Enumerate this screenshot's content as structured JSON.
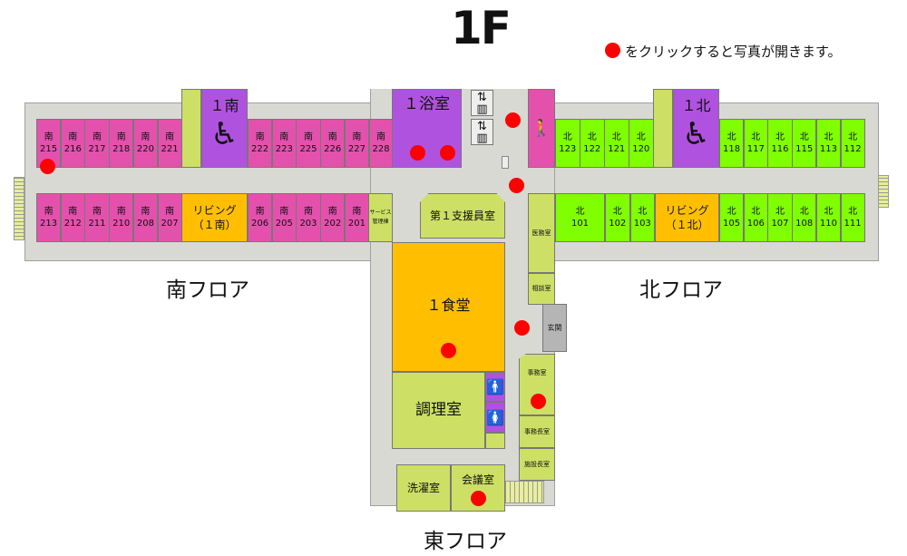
{
  "title": "1F",
  "legend": {
    "text": "をクリックすると写真が開きます。",
    "dot_color": "#ff0000"
  },
  "floors": {
    "south": "南フロア",
    "north": "北フロア",
    "east": "東フロア"
  },
  "rooms": {
    "south_top_a": [
      [
        "南",
        "215"
      ],
      [
        "南",
        "216"
      ],
      [
        "南",
        "217"
      ],
      [
        "南",
        "218"
      ],
      [
        "南",
        "220"
      ],
      [
        "南",
        "221"
      ]
    ],
    "south_top_b": [
      [
        "南",
        "222"
      ],
      [
        "南",
        "223"
      ],
      [
        "南",
        "225"
      ],
      [
        "南",
        "226"
      ],
      [
        "南",
        "227"
      ],
      [
        "南",
        "228"
      ]
    ],
    "south_bot_a": [
      [
        "南",
        "213"
      ],
      [
        "南",
        "212"
      ],
      [
        "南",
        "211"
      ],
      [
        "南",
        "210"
      ],
      [
        "南",
        "208"
      ],
      [
        "南",
        "207"
      ]
    ],
    "south_bot_b": [
      [
        "南",
        "206"
      ],
      [
        "南",
        "205"
      ],
      [
        "南",
        "203"
      ],
      [
        "南",
        "202"
      ],
      [
        "南",
        "201"
      ]
    ],
    "north_top_a": [
      [
        "北",
        "123"
      ],
      [
        "北",
        "122"
      ],
      [
        "北",
        "121"
      ],
      [
        "北",
        "120"
      ]
    ],
    "north_top_b": [
      [
        "北",
        "118"
      ],
      [
        "北",
        "117"
      ],
      [
        "北",
        "116"
      ],
      [
        "北",
        "115"
      ],
      [
        "北",
        "113"
      ],
      [
        "北",
        "112"
      ]
    ],
    "north_bot_a": [
      [
        "北",
        "101"
      ],
      [
        "北",
        "102"
      ],
      [
        "北",
        "103"
      ]
    ],
    "north_bot_b": [
      [
        "北",
        "105"
      ],
      [
        "北",
        "106"
      ],
      [
        "北",
        "107"
      ],
      [
        "北",
        "108"
      ],
      [
        "北",
        "110"
      ],
      [
        "北",
        "111"
      ]
    ]
  },
  "facilities": {
    "south_accessible": "１南",
    "north_accessible": "１北",
    "bath": "１浴室",
    "living_south": [
      "リビング",
      "（１南）"
    ],
    "living_north": [
      "リビング",
      "（１北）"
    ],
    "service": [
      "サービス",
      "管理棟"
    ],
    "staff_room": "第１支援員室",
    "medical": "医務室",
    "consult": "相談室",
    "dining": "１食堂",
    "kitchen": "調理室",
    "entrance": "玄関",
    "office": "事務室",
    "director_office": "事務長室",
    "facility_head": "施設長室",
    "laundry": "洗濯室",
    "meeting": "会議室"
  },
  "colors": {
    "south_room": "#e451ad",
    "north_room": "#80ff00",
    "accessible": "#b052e0",
    "living": "#ffbf00",
    "common": "#cde065",
    "corridor": "#d9d9d4"
  }
}
